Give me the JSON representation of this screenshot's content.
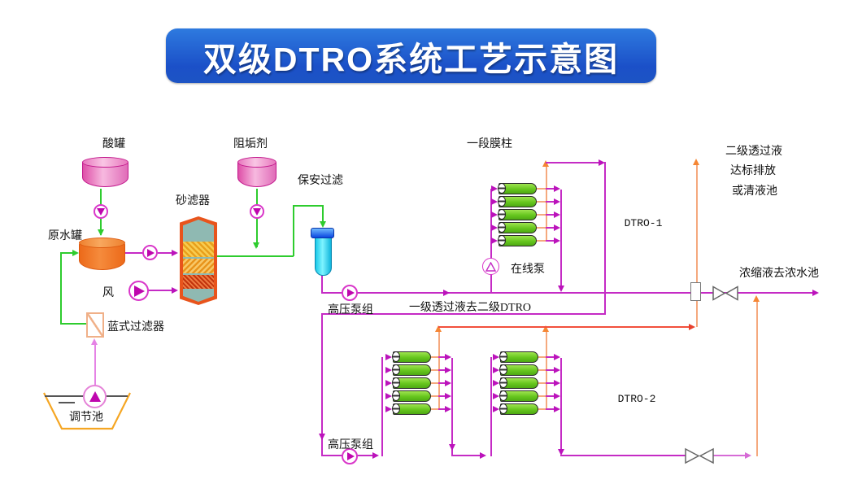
{
  "title": "双级DTRO系统工艺示意图",
  "pretreatment": {
    "acid_tank": "酸罐",
    "antiscalant": "阻垢剂",
    "sand_filter": "砂滤器",
    "raw_water_tank": "原水罐",
    "air_blower": "风",
    "basket_filter": "蓝式过滤器",
    "adjust_pool": "调节池",
    "security_filter": "保安过滤",
    "hp_pump": "高压泵组"
  },
  "stage1": {
    "membrane_bank": "一段膜柱",
    "online_pump": "在线泵",
    "unit": "DTRO-1",
    "permeate_to_stage2": "一级透过液去二级DTRO"
  },
  "stage2": {
    "hp_pump": "高压泵组",
    "unit": "DTRO-2",
    "permeate_line1": "二级透过液",
    "permeate_line2": "达标排放",
    "permeate_line3": "或清液池",
    "concentrate": "浓缩液去浓水池"
  },
  "colors": {
    "banner_blue": "#1D54C4",
    "feed_line_magenta": "#C52BC5",
    "dosing_line_green": "#2ECC2E",
    "permeate_line_salmon": "#F5A97E",
    "stage2_permeate_header_red": "#F2503C",
    "arrow_orange": "#F58634"
  }
}
